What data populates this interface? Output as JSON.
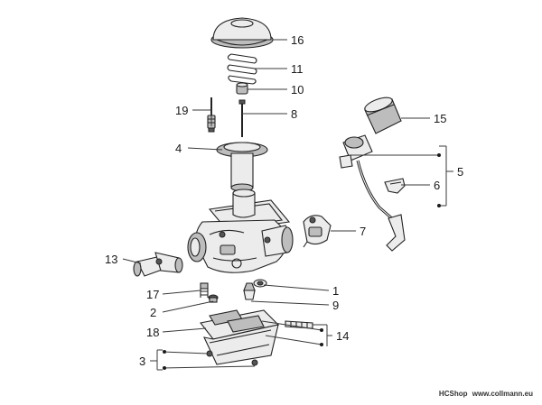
{
  "callouts": {
    "c1": "1",
    "c2": "2",
    "c3": "3",
    "c4": "4",
    "c5": "5",
    "c6": "6",
    "c7": "7",
    "c8": "8",
    "c9": "9",
    "c10": "10",
    "c11": "11",
    "c13": "13",
    "c14": "14",
    "c15": "15",
    "c16": "16",
    "c17": "17",
    "c18": "18",
    "c19": "19"
  },
  "footer": {
    "shop": "HCShop",
    "site": "www.collmann.eu"
  }
}
